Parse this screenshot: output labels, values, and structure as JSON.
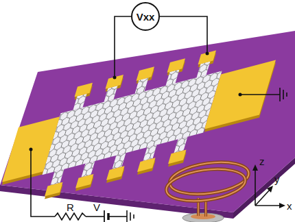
{
  "diagram": {
    "nodes": [
      {
        "text": [
          "Vxx"
        ]
      }
    ],
    "labels": [
      "R",
      "V",
      "x",
      "y",
      "z"
    ]
  }
}
